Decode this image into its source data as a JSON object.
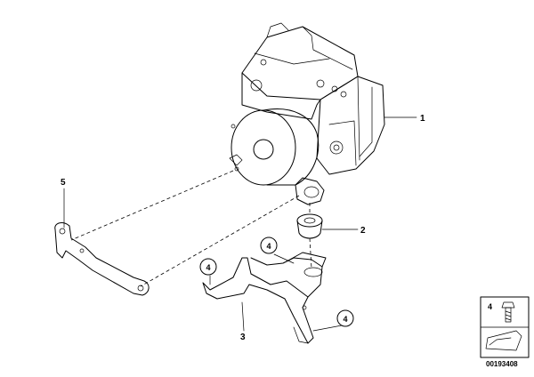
{
  "callouts": {
    "part_1": "1",
    "part_2": "2",
    "part_3": "3",
    "part_5": "5",
    "ref_4_a": "4",
    "ref_4_b": "4",
    "ref_4_c": "4",
    "inset_ref": "4"
  },
  "diagram_id": "00193408",
  "icons": {
    "hydraulic_unit": "abs-hydraulic-unit",
    "bolt": "hex-bolt-icon",
    "arrow": "arrow-icon"
  },
  "colors": {
    "ink": "#000000",
    "background": "#ffffff"
  }
}
